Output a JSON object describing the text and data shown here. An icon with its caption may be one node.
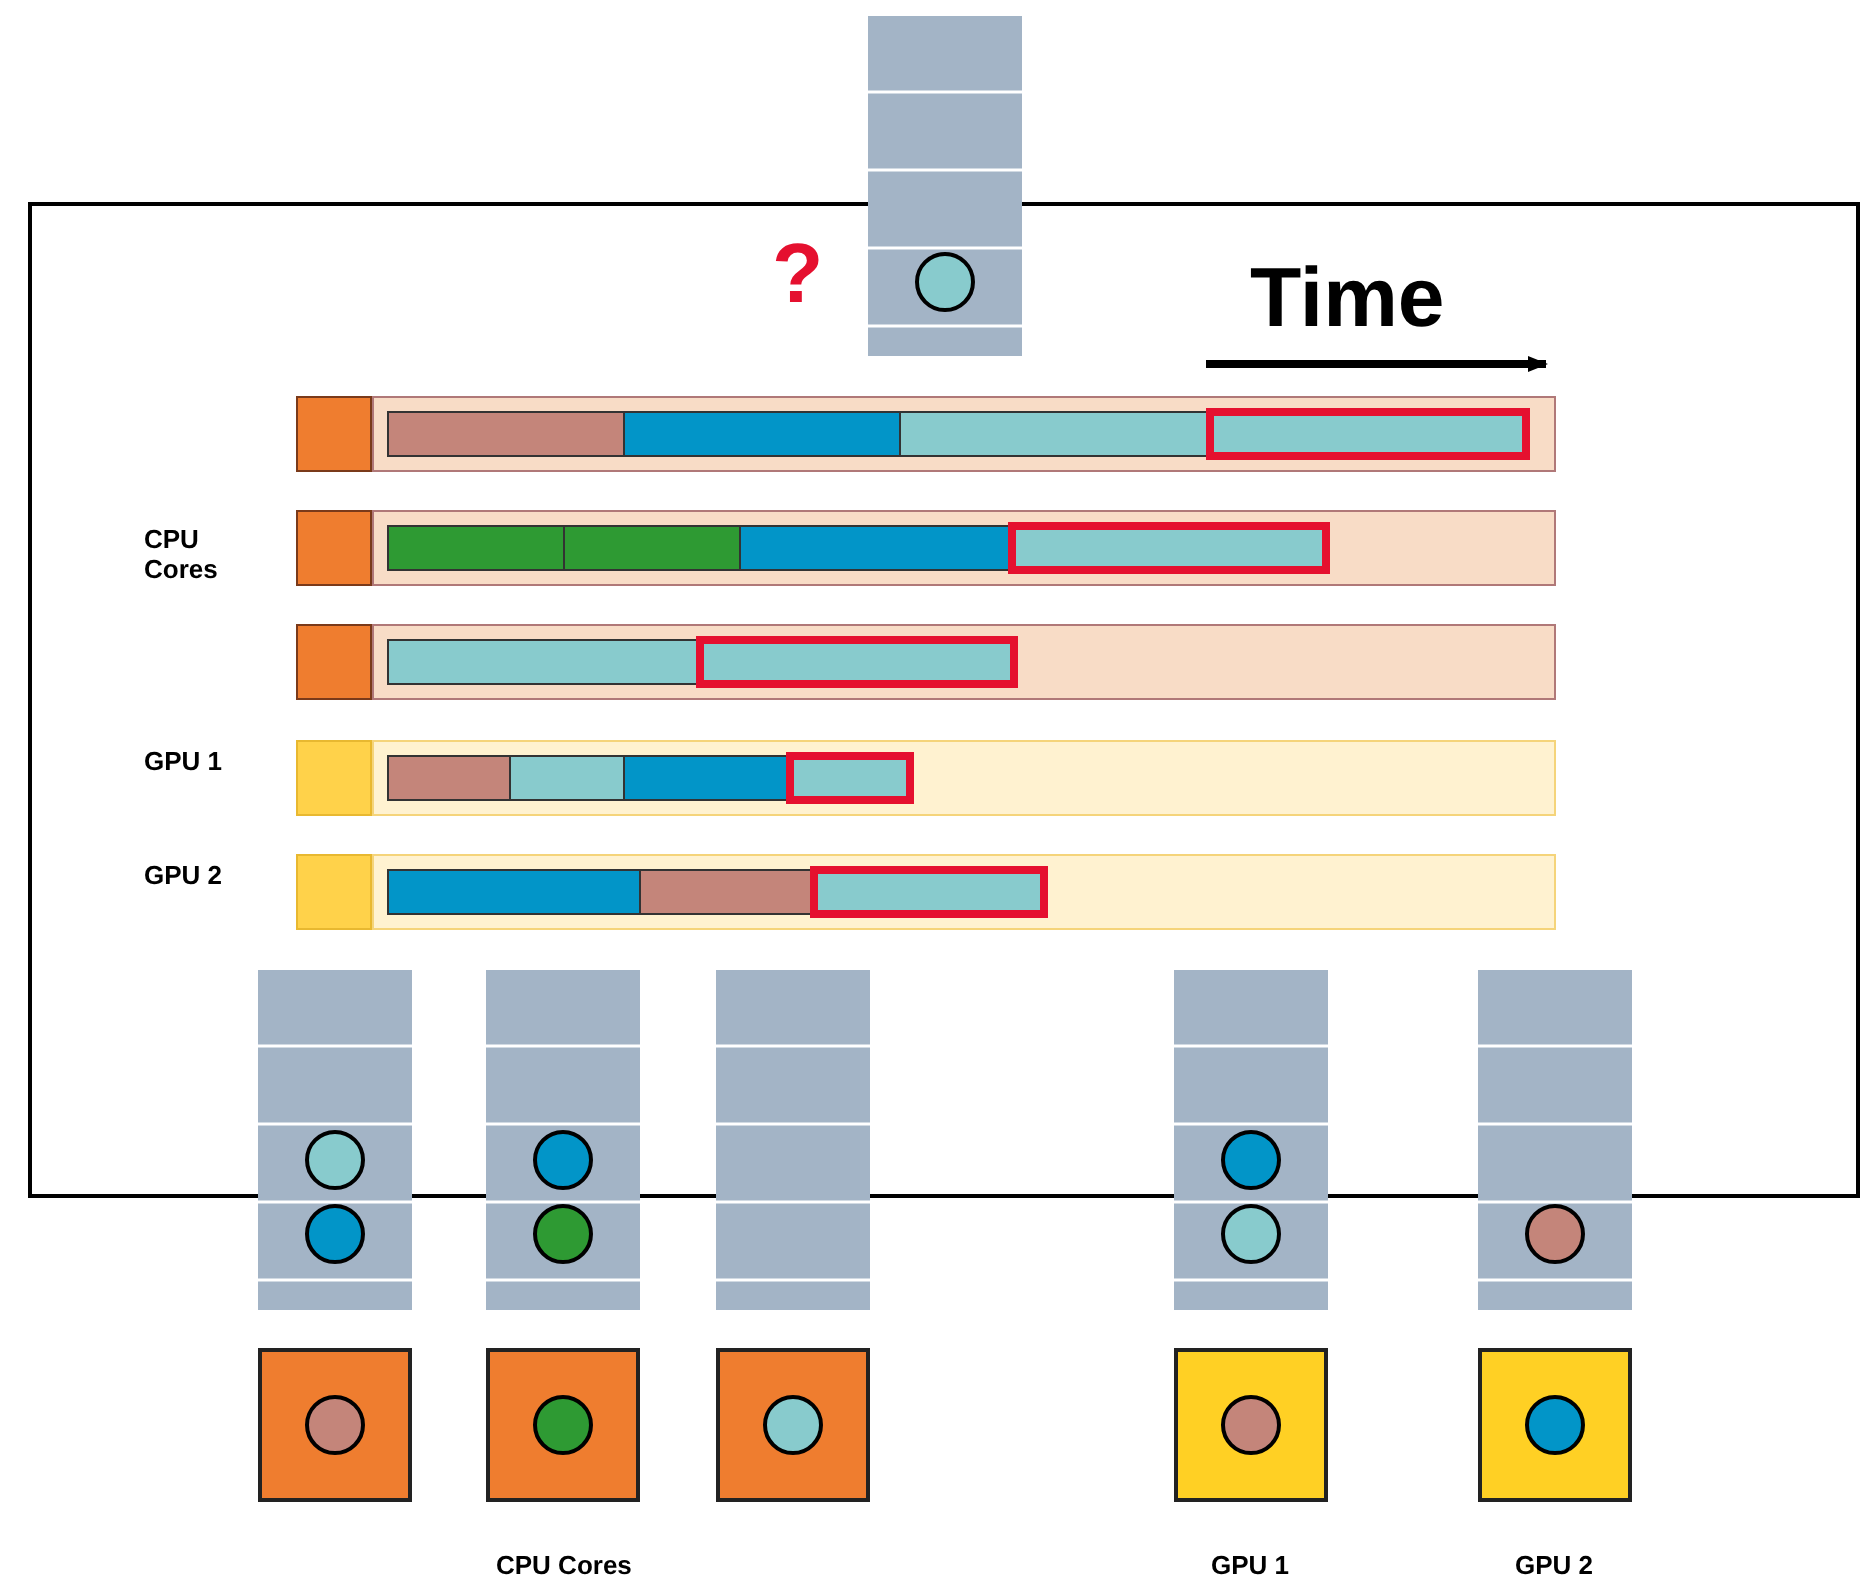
{
  "diagram": {
    "labels": [
      "?",
      "Time",
      "CPU Cores",
      "GPU 1",
      "GPU 2",
      "CPU Cores",
      "GPU 1",
      "GPU 2"
    ]
  }
}
